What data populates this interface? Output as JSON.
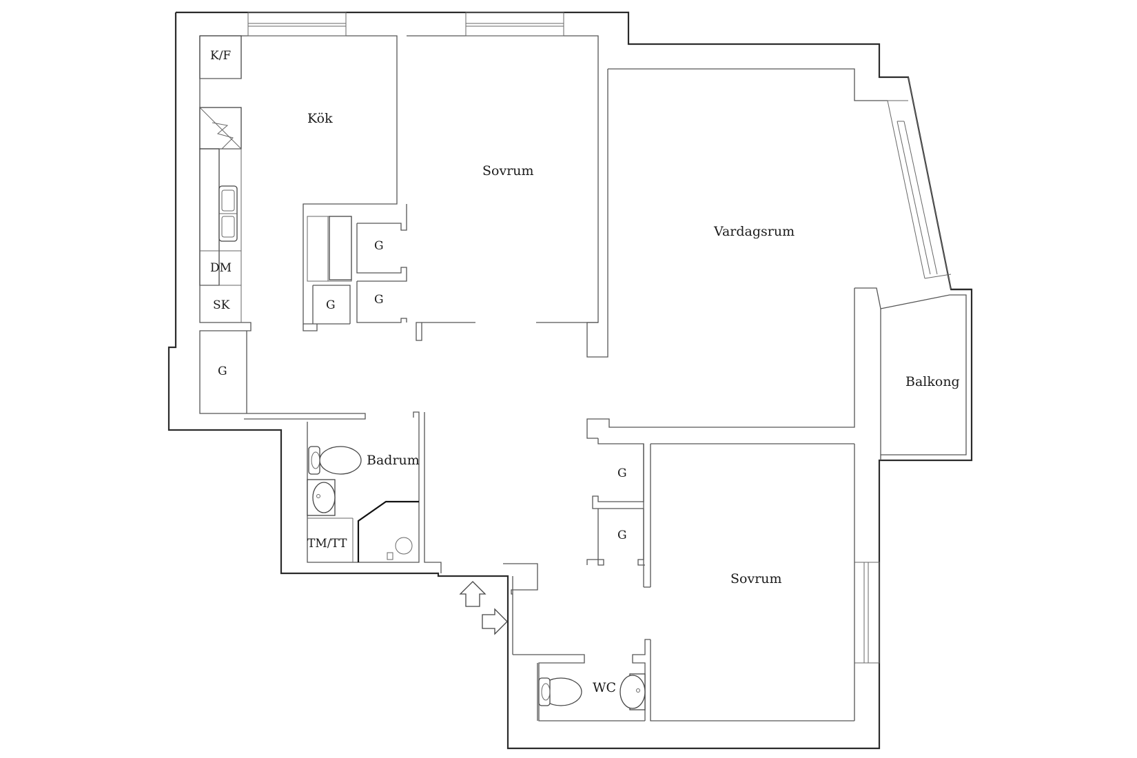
{
  "plan": {
    "rooms": {
      "kitchen": "Kök",
      "bedroom_1": "Sovrum",
      "living_room": "Vardagsrum",
      "balcony": "Balkong",
      "bathroom": "Badrum",
      "bedroom_2": "Sovrum",
      "wc": "WC"
    },
    "fixtures": {
      "fridge_freezer": "K/F",
      "dishwasher": "DM",
      "tall_cabinet": "SK",
      "washer_dryer": "TM/TT"
    },
    "closets": {
      "wardrobe_1": "G",
      "wardrobe_2": "G",
      "wardrobe_3": "G",
      "wardrobe_4": "G",
      "wardrobe_5": "G",
      "wardrobe_6": "G"
    }
  }
}
